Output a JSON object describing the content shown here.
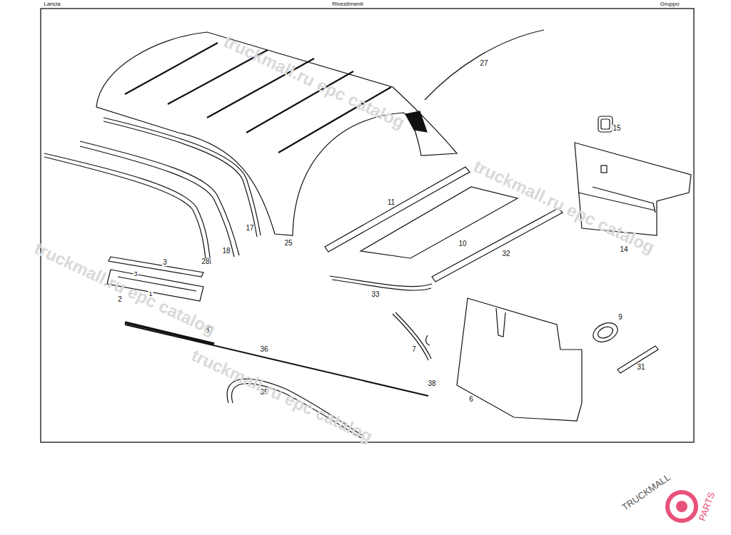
{
  "diagram": {
    "labels": [
      "Lancia",
      "Rivestimenti",
      "Gruppo",
      "27",
      "15",
      "11",
      "17",
      "25",
      "10",
      "32",
      "14",
      "3",
      "3",
      "28",
      "18",
      "2",
      "1",
      "33",
      "9",
      "7",
      "37",
      "36",
      "31",
      "38",
      "6",
      "35",
      "truckmall.ru epc catalog",
      "truckmall.ru epc catalog",
      "truckmall.ru epc catalog",
      "truckmall.ru epc catalog",
      "TRUCKMALL",
      "PARTS"
    ]
  }
}
